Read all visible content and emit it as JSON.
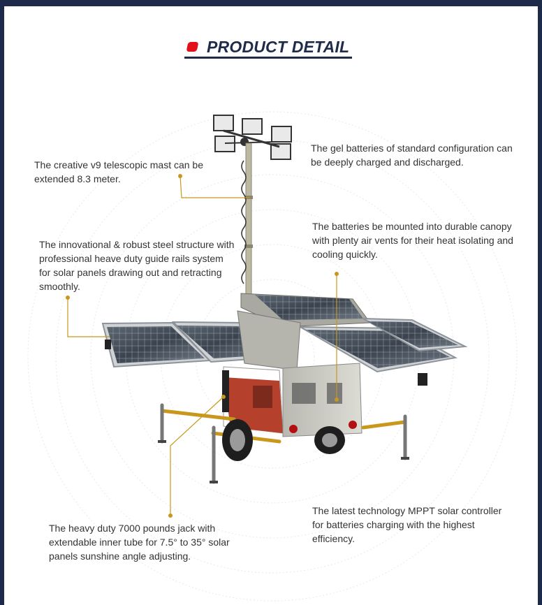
{
  "header": {
    "title": "PRODUCT DETAIL"
  },
  "callouts": {
    "mast": "The creative v9 telescopic mast can be extended 8.3 meter.",
    "gel_batteries": "The gel batteries of standard configuration can be deeply charged and discharged.",
    "steel_structure": "The innovational & robust steel structure with professional heave duty guide rails system for solar panels drawing out and retracting smoothly.",
    "canopy": "The batteries be mounted into durable canopy with plenty air vents for their heat isolating and cooling quickly.",
    "jack": "The heavy duty 7000 pounds jack with extendable inner tube for 7.5° to 35° solar panels sunshine angle adjusting.",
    "mppt": "The latest technology MPPT solar controller for batteries charging with the highest efficiency."
  },
  "colors": {
    "accent_red": "#e3101a",
    "navy": "#1f2b4b",
    "leader_gold": "#c8971c"
  }
}
